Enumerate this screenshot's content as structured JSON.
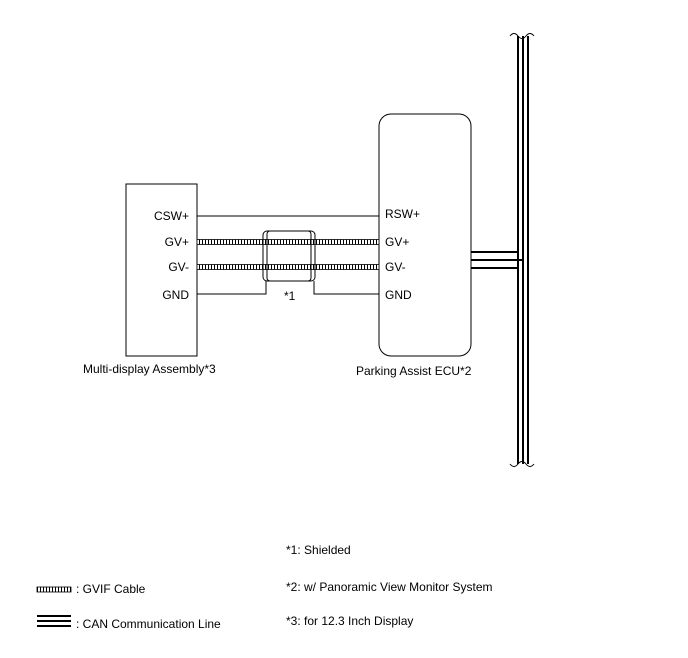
{
  "multi_display": {
    "name": "Multi-display Assembly*3",
    "pins": [
      "CSW+",
      "GV+",
      "GV-",
      "GND"
    ]
  },
  "parking_ecu": {
    "name": "Parking Assist ECU*2",
    "pins": [
      "RSW+",
      "GV+",
      "GV-",
      "GND"
    ]
  },
  "shield_label": "*1",
  "notes": [
    "*1: Shielded",
    "*2: w/ Panoramic View Monitor System",
    "*3: for 12.3 Inch Display"
  ],
  "legend": {
    "gvif": ": GVIF Cable",
    "can": ": CAN Communication Line"
  }
}
